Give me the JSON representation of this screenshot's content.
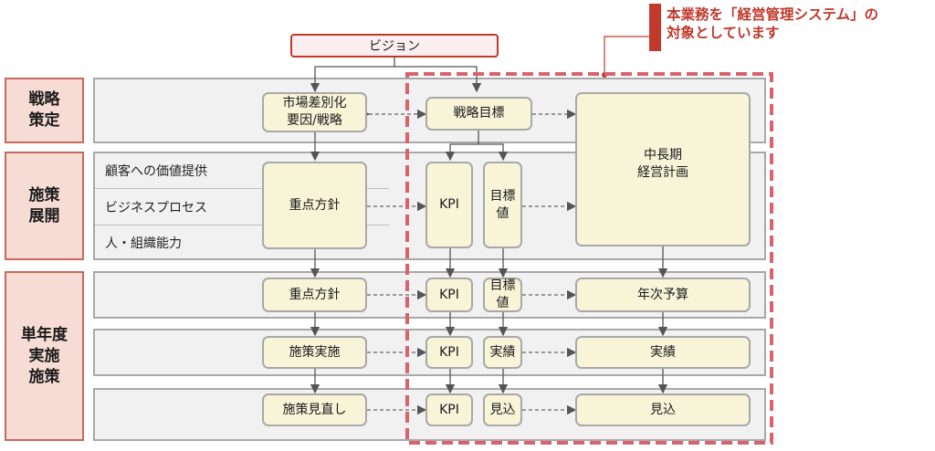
{
  "vision": "ビジョン",
  "note": {
    "line1": "本業務を「経営管理システム」の",
    "line2": "対象としています"
  },
  "sections": {
    "strategy": [
      "戦略",
      "策定"
    ],
    "deployment": [
      "施策",
      "展開"
    ],
    "annual": [
      "単年度",
      "実施",
      "施策"
    ]
  },
  "rows": {
    "customer_value": "顧客への価値提供",
    "business_process": "ビジネスプロセス",
    "people_org": "人・組織能力"
  },
  "nodes": {
    "market_diff": [
      "市場差別化",
      "要因/戦略"
    ],
    "strategic_goal": "戦略目標",
    "midterm_plan": [
      "中長期",
      "経営計画"
    ],
    "focus_policy": "重点方針",
    "kpi": "KPI",
    "target_value": "目標値",
    "annual_budget": "年次予算",
    "implementation": "施策実施",
    "actual": "実績",
    "review": "施策見直し",
    "forecast": "見込"
  },
  "colors": {
    "accent_red": "#c0392b",
    "dashed_border": "#d9626b",
    "node_fill": "#f8f4d8",
    "lane_fill": "#f1f1f1",
    "side_fill": "#f6dcd4"
  }
}
